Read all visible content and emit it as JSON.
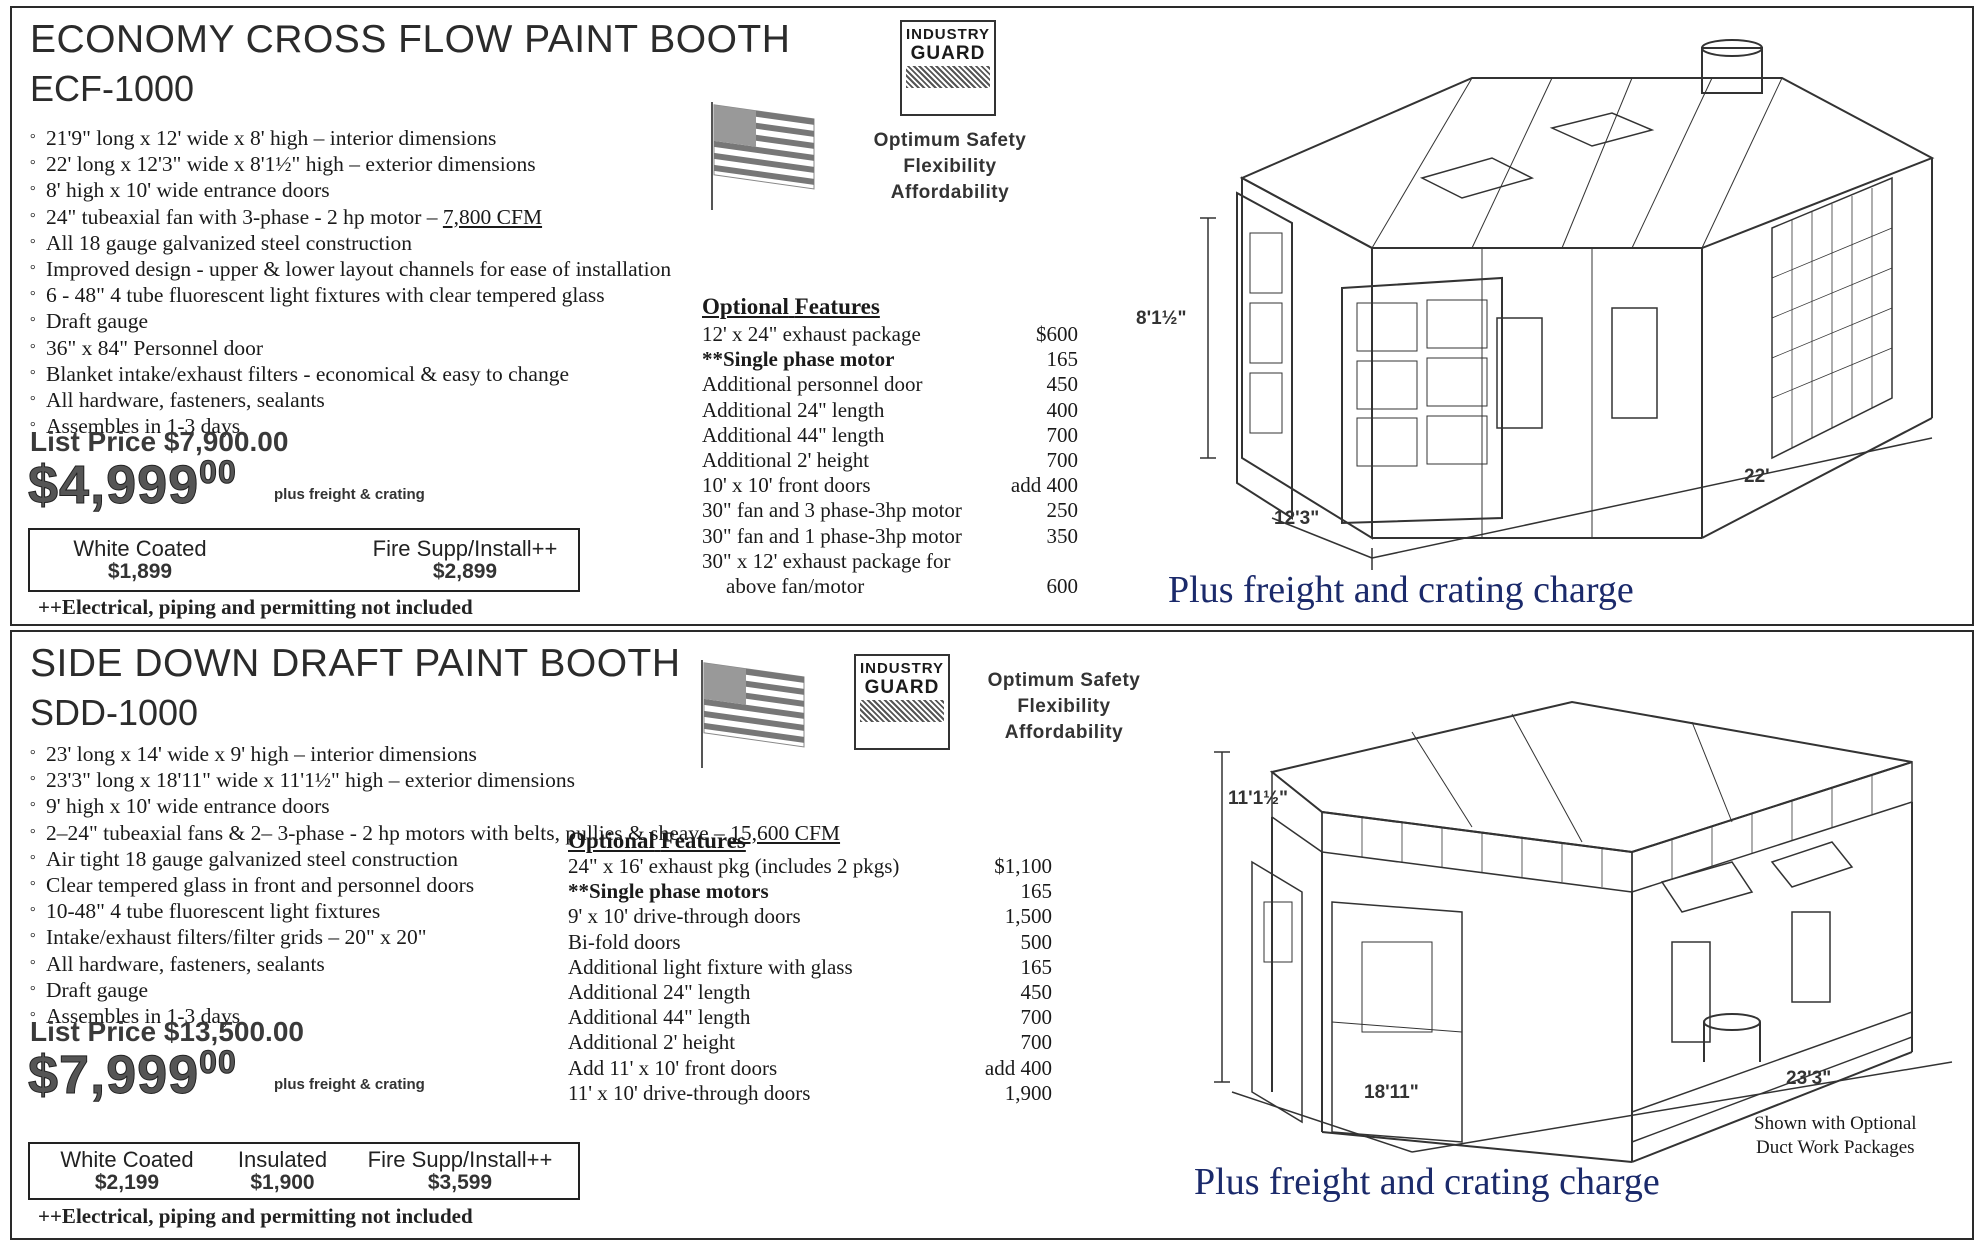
{
  "booth1": {
    "title": "ECONOMY CROSS FLOW PAINT BOOTH",
    "model": "ECF-1000",
    "specs": [
      "21'9\" long x 12' wide x 8' high – interior dimensions",
      "22' long x 12'3\" wide x 8'1½\" high – exterior dimensions",
      "8' high x 10' wide entrance doors",
      "24\" tubeaxial fan with 3-phase - 2 hp motor – ",
      "All 18 gauge galvanized steel construction",
      "Improved design - upper & lower layout channels for ease of installation",
      "6 - 48\" 4 tube fluorescent light fixtures with clear tempered glass",
      "Draft gauge",
      "36\" x 84\" Personnel door",
      "Blanket intake/exhaust filters - economical & easy to change",
      "All hardware, fasteners, sealants",
      "Assembles in 1-3 days"
    ],
    "cfm": "7,800 CFM",
    "list_price": "List Price $7,900.00",
    "sale_main": "$4,999",
    "sale_cents": "00",
    "freight_small": "plus freight & crating",
    "options": [
      {
        "label": "White Coated",
        "price": "$1,899"
      },
      {
        "label": "Fire Supp/Install++",
        "price": "$2,899"
      }
    ],
    "note": "++Electrical, piping and permitting not included",
    "brand_line1": "INDUSTRY",
    "brand_line2": "GUARD",
    "tagline": [
      "Optimum Safety",
      "Flexibility",
      "Affordability"
    ],
    "features_heading_a": "Optional",
    "features_heading_b": "Features",
    "features": [
      {
        "name": "12' x 24\" exhaust package",
        "price": "$600"
      },
      {
        "name": "**Single phase motor",
        "price": "165"
      },
      {
        "name": "Additional personnel door",
        "price": "450"
      },
      {
        "name": "Additional 24\" length",
        "price": "400"
      },
      {
        "name": "Additional 44\" length",
        "price": "700"
      },
      {
        "name": "Additional 2' height",
        "price": "700"
      },
      {
        "name": "10' x 10' front doors",
        "price": "add 400"
      },
      {
        "name": "30\" fan and 3 phase-3hp motor",
        "price": "250"
      },
      {
        "name": "30\" fan and 1 phase-3hp motor",
        "price": "350"
      },
      {
        "name": "30\" x 12' exhaust package for",
        "price": ""
      },
      {
        "name": "above fan/motor",
        "price": "600"
      }
    ],
    "plus_freight": "Plus freight and crating charge",
    "dim_height": "8'1½\"",
    "dim_width": "12'3\"",
    "dim_length": "22'"
  },
  "booth2": {
    "title": "SIDE DOWN DRAFT PAINT BOOTH",
    "model": "SDD-1000",
    "specs": [
      "23' long x 14' wide x 9' high – interior dimensions",
      "23'3\" long x 18'11\" wide x 11'1½\" high – exterior dimensions",
      "9' high x 10' wide entrance doors",
      "2–24\" tubeaxial fans & 2– 3-phase - 2 hp motors with belts, pullies & sheave – ",
      "Air tight 18 gauge galvanized steel construction",
      "Clear tempered glass in front and personnel doors",
      "10-48\" 4 tube fluorescent light fixtures",
      "Intake/exhaust filters/filter grids – 20\" x 20\"",
      "All hardware, fasteners, sealants",
      "Draft gauge",
      "Assembles in 1-3 days"
    ],
    "cfm": "15,600 CFM",
    "list_price": "List Price $13,500.00",
    "sale_main": "$7,999",
    "sale_cents": "00",
    "freight_small": "plus freight & crating",
    "options": [
      {
        "label": "White Coated",
        "price": "$2,199"
      },
      {
        "label": "Insulated",
        "price": "$1,900"
      },
      {
        "label": "Fire Supp/Install++",
        "price": "$3,599"
      }
    ],
    "note": "++Electrical, piping and permitting not included",
    "brand_line1": "INDUSTRY",
    "brand_line2": "GUARD",
    "tagline": [
      "Optimum Safety",
      "Flexibility",
      "Affordability"
    ],
    "features_heading_a": "Optional",
    "features_heading_b": "Features",
    "features": [
      {
        "name": "24\" x 16' exhaust pkg (includes 2 pkgs)",
        "price": "$1,100"
      },
      {
        "name": "**Single phase motors",
        "price": "165"
      },
      {
        "name": "9' x 10' drive-through doors",
        "price": "1,500"
      },
      {
        "name": "Bi-fold doors",
        "price": "500"
      },
      {
        "name": "Additional light fixture with glass",
        "price": "165"
      },
      {
        "name": "Additional 24\" length",
        "price": "450"
      },
      {
        "name": "Additional 44\" length",
        "price": "700"
      },
      {
        "name": "Additional 2' height",
        "price": "700"
      },
      {
        "name": "Add 11' x 10' front doors",
        "price": "add 400"
      },
      {
        "name": "11' x 10' drive-through doors",
        "price": "1,900"
      }
    ],
    "plus_freight": "Plus freight and crating charge",
    "dim_height": "11'1½\"",
    "dim_width": "18'11\"",
    "dim_length": "23'3\"",
    "shown_line1": "Shown with Optional",
    "shown_line2": "Duct Work Packages"
  }
}
